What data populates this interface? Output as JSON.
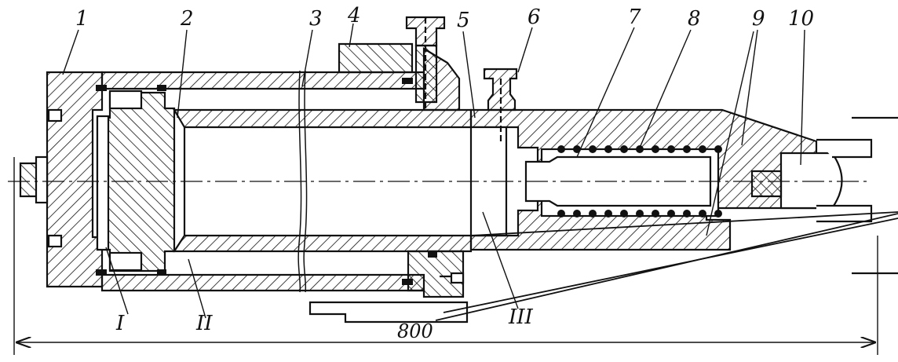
{
  "part_numbers": [
    "1",
    "2",
    "3",
    "4",
    "5",
    "6",
    "7",
    "8",
    "9",
    "10"
  ],
  "cavity_labels": [
    "I",
    "II",
    "III"
  ],
  "dimension": "800",
  "ink_color": "#111111"
}
